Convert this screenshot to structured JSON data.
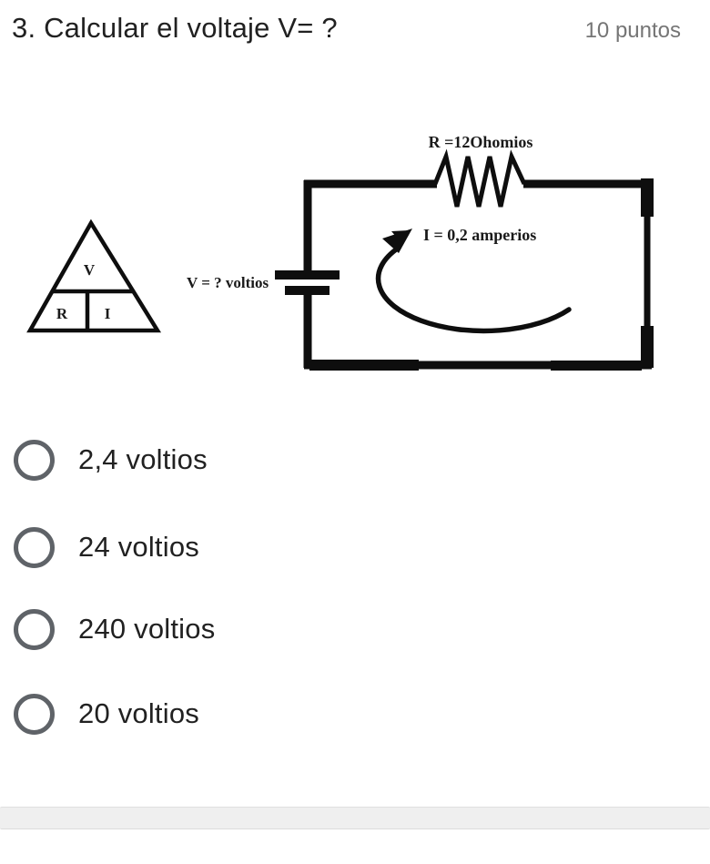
{
  "question": {
    "title": "3. Calcular el voltaje V= ?",
    "points": "10 puntos"
  },
  "figure": {
    "description": "Ohm's law triangle and a series circuit diagram",
    "triangle": {
      "top": "V",
      "bottom_left": "R",
      "bottom_right": "I"
    },
    "circuit": {
      "resistor_label": "R =12Ohomios",
      "current_label": "I = 0,2 amperios",
      "voltage_label": "V = ?  voltios"
    }
  },
  "options": [
    {
      "label": "2,4 voltios",
      "selected": false
    },
    {
      "label": "24 voltios",
      "selected": false
    },
    {
      "label": "240 voltios",
      "selected": false
    },
    {
      "label": "20 voltios",
      "selected": false
    }
  ],
  "colors": {
    "title_text": "#212121",
    "points_text": "#757575",
    "option_text": "#212121",
    "radio_border": "#5f6368",
    "figure_ink": "#0e0e0e",
    "bottom_bar": "#efefef",
    "background": "#ffffff"
  }
}
